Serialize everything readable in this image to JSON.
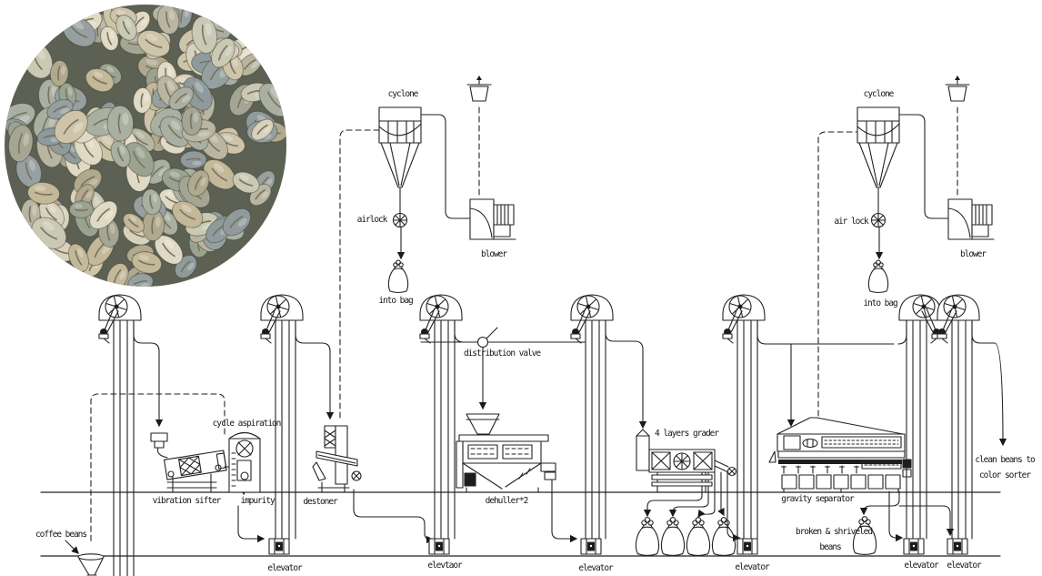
{
  "photo": {
    "subject": "green coffee beans"
  },
  "labels": {
    "cyclone_left": "cyclone",
    "airlock_left": "airlock",
    "blower_left": "blower",
    "into_bag_left": "into bag",
    "cyclone_right": "cyclone",
    "airlock_right": "air lock",
    "blower_right": "blower",
    "into_bag_right": "into bag",
    "coffee_beans": "coffee beans",
    "vibration_sifter": "vibration sifter",
    "cycle_aspiration": "cycle aspiration",
    "impurity": "impurity",
    "destoner": "destoner",
    "distribution_valve": "distribution valve",
    "dehuller": "dehuller*2",
    "layers_grader": "4 layers grader",
    "gravity_separator": "gravity separator",
    "broken_shriveled_line1": "broken & shriveled",
    "broken_shriveled_line2": "beans",
    "clean_beans_line1": "clean beans to",
    "clean_beans_line2": "color sorter",
    "elevator_2": "elevator",
    "elevator_3": "elevtaor",
    "elevator_4": "elevator",
    "elevator_5": "elevator",
    "elevator_6": "elevator",
    "elevator_7": "elevator"
  },
  "colors": {
    "line": "#222222",
    "background": "#ffffff",
    "bean_palette": [
      "#cdc4a9",
      "#b8b5a0",
      "#a9b0a2",
      "#96a0a0",
      "#c3b898",
      "#d8d1bb",
      "#9aa38f",
      "#b0a98e",
      "#8f9a9c",
      "#c9c9b4",
      "#e0dac4",
      "#a5a593"
    ],
    "bean_crack": "#7a7260",
    "photo_background": "#5d6153"
  }
}
